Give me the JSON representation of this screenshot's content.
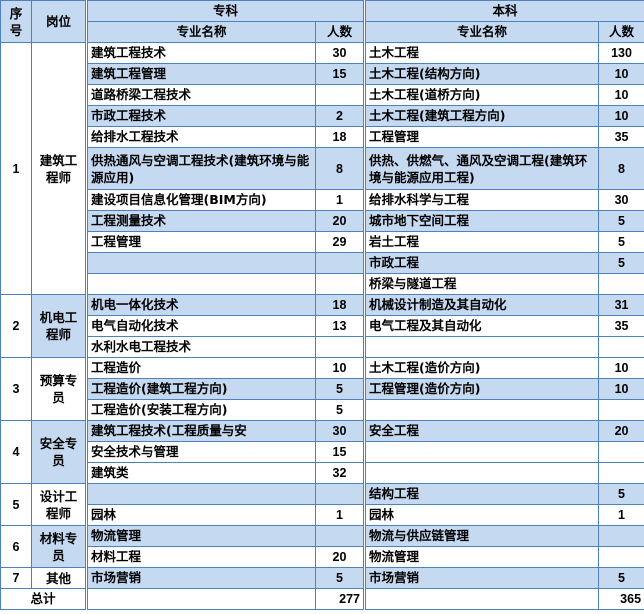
{
  "header": {
    "seq_label": "序号",
    "position_label": "岗位",
    "zhuanke_label": "专科",
    "benke_label": "本科",
    "major_name_label": "专业名称",
    "count_label": "人数"
  },
  "groups": [
    {
      "seq": "1",
      "position": "建筑工程师",
      "position_bg": "white",
      "rows": [
        {
          "zk_name": "建筑工程技术",
          "zk_count": "30",
          "bk_name": "土木工程",
          "bk_count": "130",
          "bg": "white"
        },
        {
          "zk_name": "建筑工程管理",
          "zk_count": "15",
          "bk_name": "土木工程(结构方向)",
          "bk_count": "10",
          "bg": "blue"
        },
        {
          "zk_name": "道路桥梁工程技术",
          "zk_count": "",
          "bk_name": "土木工程(道桥方向)",
          "bk_count": "10",
          "bg": "white"
        },
        {
          "zk_name": "市政工程技术",
          "zk_count": "2",
          "bk_name": "土木工程(建筑工程方向)",
          "bk_count": "10",
          "bg": "blue"
        },
        {
          "zk_name": "给排水工程技术",
          "zk_count": "18",
          "bk_name": "工程管理",
          "bk_count": "35",
          "bg": "white"
        },
        {
          "zk_name": "供热通风与空调工程技术(建筑环境与能源应用)",
          "zk_count": "8",
          "bk_name": "供热、供燃气、通风及空调工程(建筑环境与能源应用工程)",
          "bk_count": "8",
          "bg": "blue",
          "tall": true
        },
        {
          "zk_name": "建设项目信息化管理(BIM方向)",
          "zk_count": "1",
          "bk_name": "给排水科学与工程",
          "bk_count": "30",
          "bg": "white"
        },
        {
          "zk_name": "工程测量技术",
          "zk_count": "20",
          "bk_name": "城市地下空间工程",
          "bk_count": "5",
          "bg": "blue"
        },
        {
          "zk_name": "工程管理",
          "zk_count": "29",
          "bk_name": "岩土工程",
          "bk_count": "5",
          "bg": "white"
        },
        {
          "zk_name": "",
          "zk_count": "",
          "bk_name": "市政工程",
          "bk_count": "5",
          "bg": "blue"
        },
        {
          "zk_name": "",
          "zk_count": "",
          "bk_name": "桥梁与隧道工程",
          "bk_count": "",
          "bg": "white"
        }
      ]
    },
    {
      "seq": "2",
      "position": "机电工程师",
      "position_bg": "blue",
      "rows": [
        {
          "zk_name": "机电一体化技术",
          "zk_count": "18",
          "bk_name": "机械设计制造及其自动化",
          "bk_count": "31",
          "bg": "blue"
        },
        {
          "zk_name": "电气自动化技术",
          "zk_count": "13",
          "bk_name": "电气工程及其自动化",
          "bk_count": "35",
          "bg": "white"
        },
        {
          "zk_name": "水利水电工程技术",
          "zk_count": "",
          "bk_name": "",
          "bk_count": "",
          "bg": "white"
        }
      ]
    },
    {
      "seq": "3",
      "position": "预算专员",
      "position_bg": "white",
      "rows": [
        {
          "zk_name": "工程造价",
          "zk_count": "10",
          "bk_name": "土木工程(造价方向)",
          "bk_count": "10",
          "bg": "white"
        },
        {
          "zk_name": "工程造价(建筑工程方向)",
          "zk_count": "5",
          "bk_name": "工程管理(造价方向)",
          "bk_count": "10",
          "bg": "blue"
        },
        {
          "zk_name": "工程造价(安装工程方向)",
          "zk_count": "5",
          "bk_name": "",
          "bk_count": "",
          "bg": "white"
        }
      ]
    },
    {
      "seq": "4",
      "position": "安全专员",
      "position_bg": "blue",
      "rows": [
        {
          "zk_name": "建筑工程技术(工程质量与安",
          "zk_count": "30",
          "bk_name": "安全工程",
          "bk_count": "20",
          "bg": "blue"
        },
        {
          "zk_name": "安全技术与管理",
          "zk_count": "15",
          "bk_name": "",
          "bk_count": "",
          "bg": "white"
        },
        {
          "zk_name": "建筑类",
          "zk_count": "32",
          "bk_name": "",
          "bk_count": "",
          "bg": "white"
        }
      ]
    },
    {
      "seq": "5",
      "position": "设计工程师",
      "position_bg": "white",
      "rows": [
        {
          "zk_name": "",
          "zk_count": "",
          "bk_name": "结构工程",
          "bk_count": "5",
          "bg": "blue"
        },
        {
          "zk_name": "园林",
          "zk_count": "1",
          "bk_name": "园林",
          "bk_count": "1",
          "bg": "white"
        }
      ]
    },
    {
      "seq": "6",
      "position": "材料专员",
      "position_bg": "blue",
      "rows": [
        {
          "zk_name": "物流管理",
          "zk_count": "",
          "bk_name": "物流与供应链管理",
          "bk_count": "",
          "bg": "blue"
        },
        {
          "zk_name": "材料工程",
          "zk_count": "20",
          "bk_name": "物流管理",
          "bk_count": "",
          "bg": "white"
        }
      ]
    },
    {
      "seq": "7",
      "position": "其他",
      "position_bg": "white",
      "rows": [
        {
          "zk_name": "市场营销",
          "zk_count": "5",
          "bk_name": "市场营销",
          "bk_count": "5",
          "bg": "blue"
        }
      ]
    }
  ],
  "total": {
    "label": "总计",
    "zk_count": "277",
    "bk_count": "365"
  },
  "colors": {
    "header_bg": "#c5d9f1",
    "alt_row_bg": "#c5d9f1",
    "border": "#4f81bd"
  }
}
